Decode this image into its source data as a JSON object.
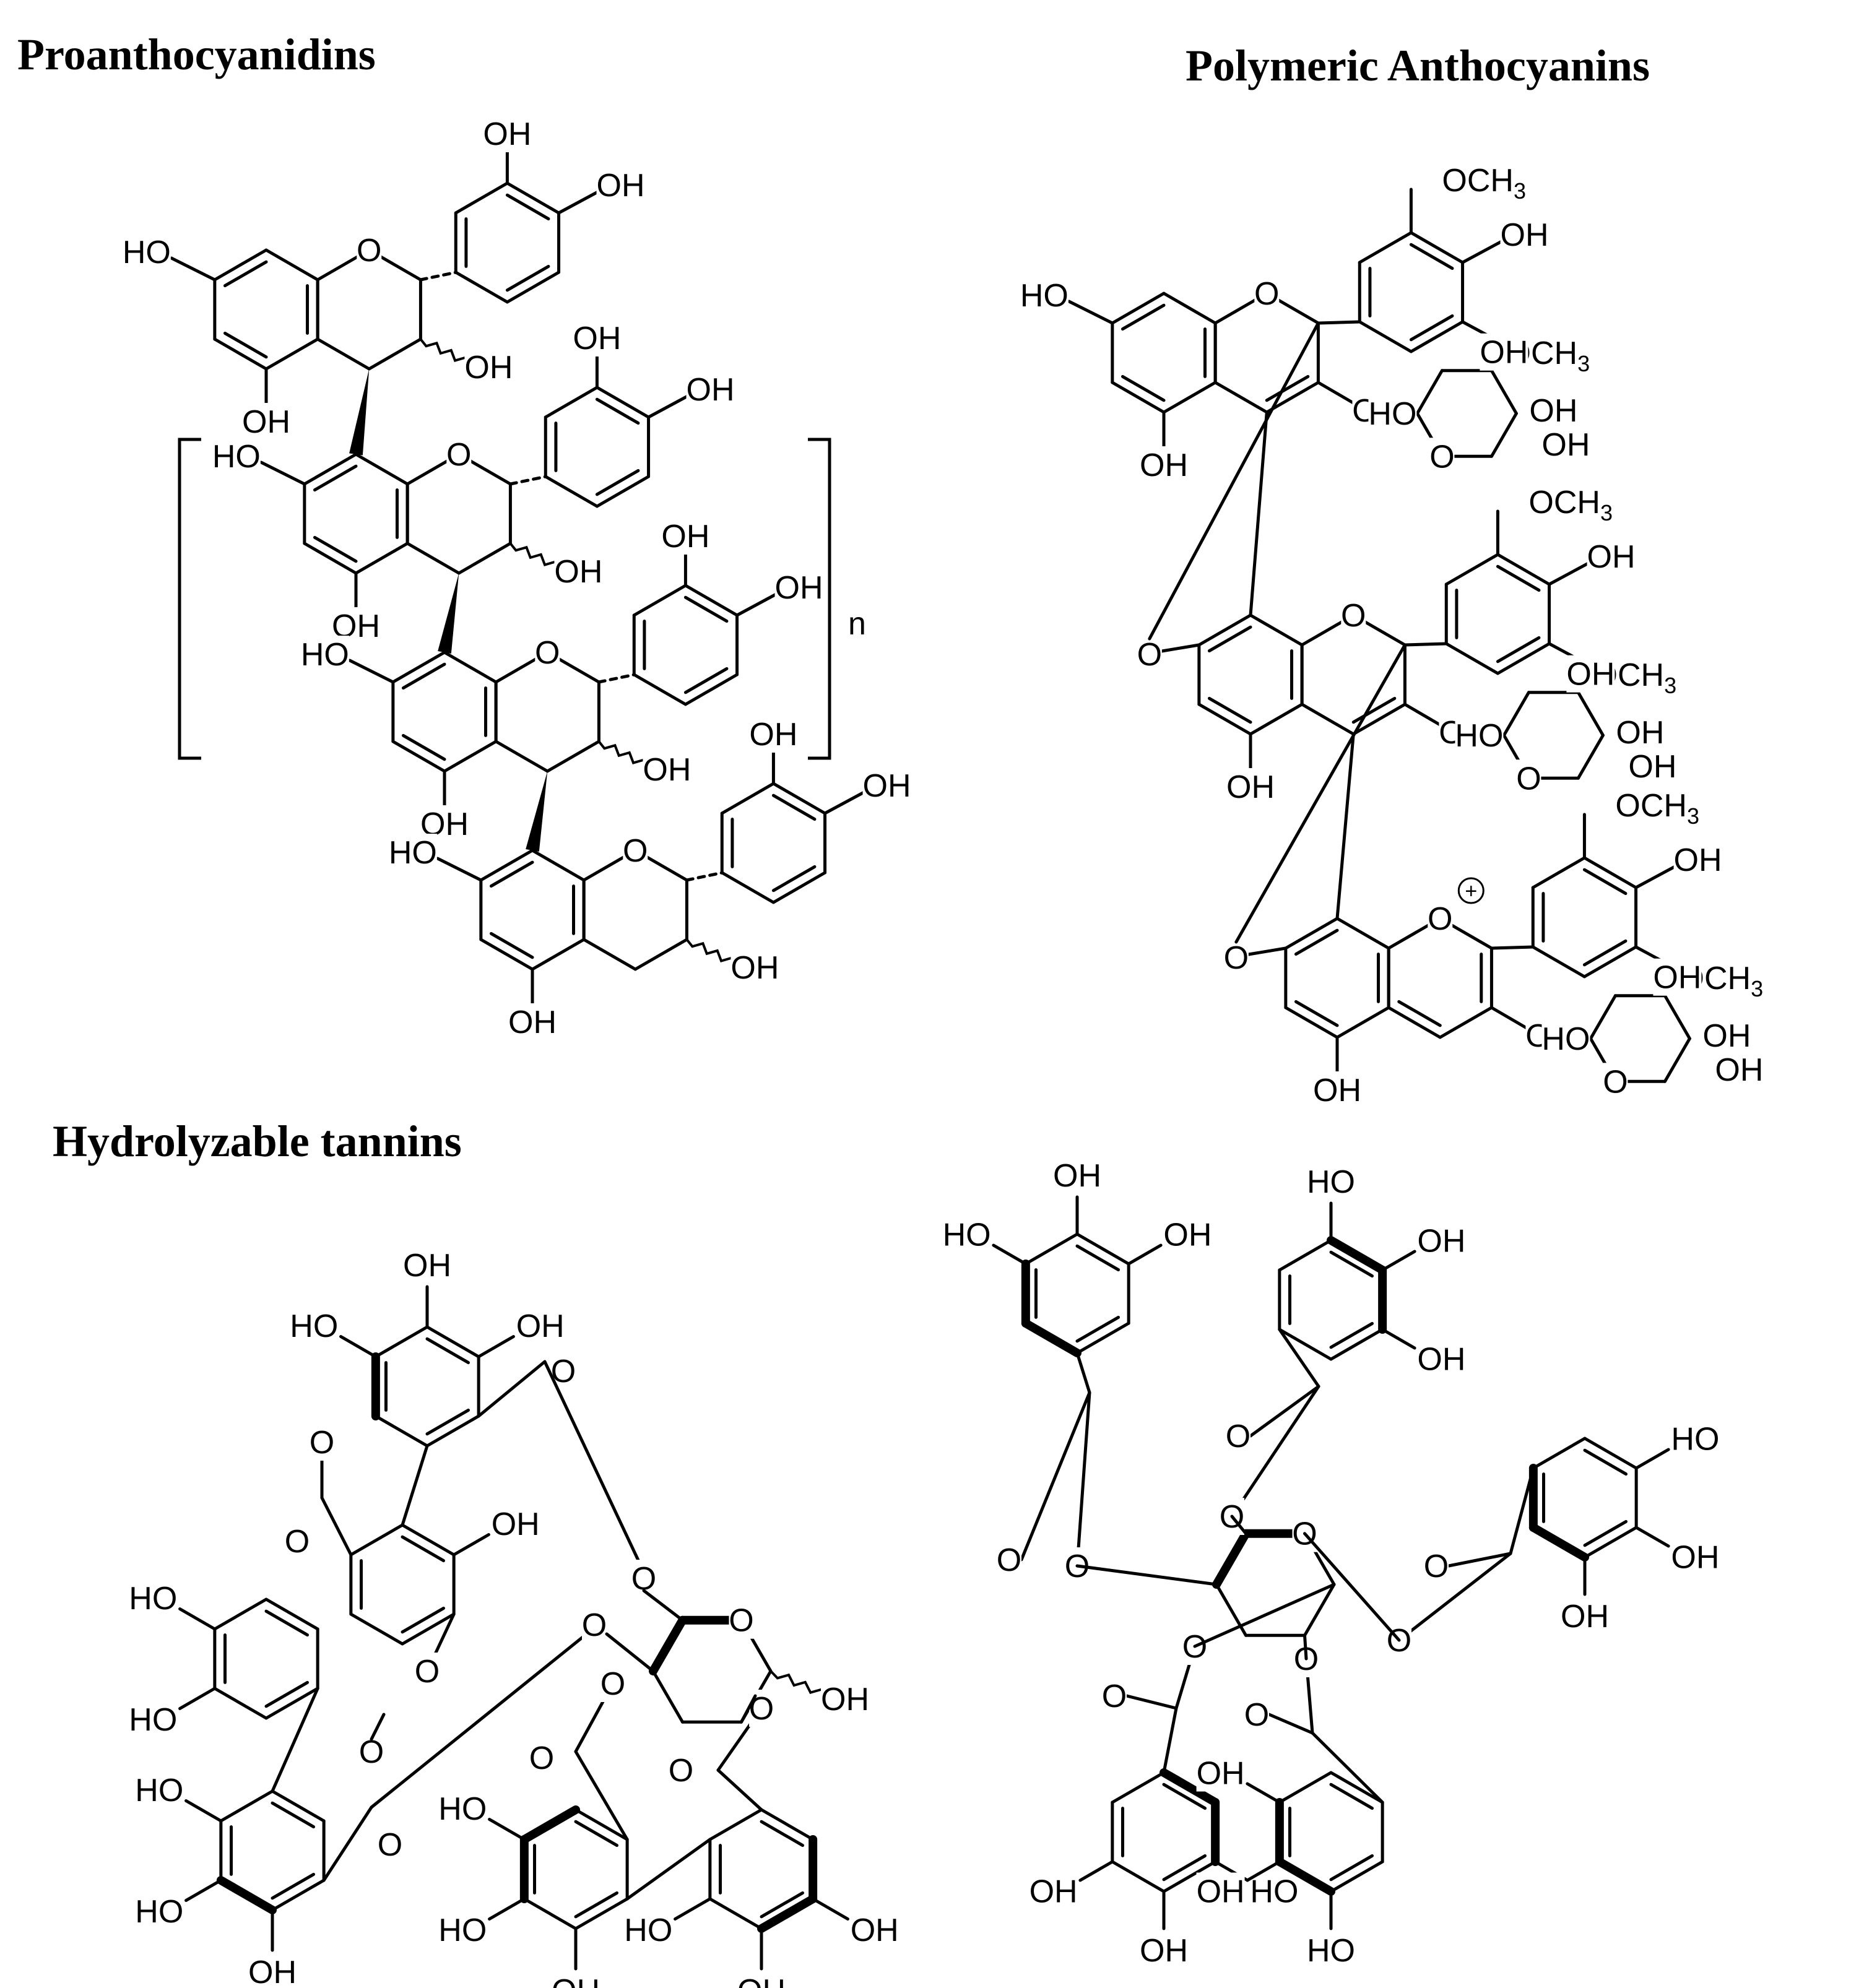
{
  "headings": {
    "proanthocyanidins": "Proanthocyanidins",
    "polymeric_anthocyanins": "Polymeric Anthocyanins",
    "hydrolyzable_tannins": "Hydrolyzable tannins"
  },
  "labels": {
    "oh": "OH",
    "ho": "HO",
    "o": "O",
    "och3": "OCH",
    "sub3": "3",
    "n": "n",
    "plus": "+"
  }
}
